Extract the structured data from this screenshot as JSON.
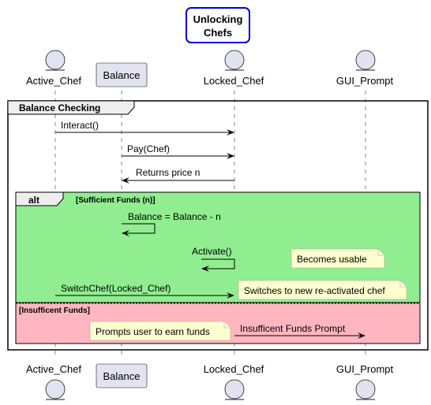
{
  "title_lines": [
    "Unlocking",
    "Chefs"
  ],
  "colors": {
    "title_border": "#0000dd",
    "alt_fill": "#90ee90",
    "else_fill": "#ffb6c1",
    "note_fill": "#fefece",
    "participant_fill": "#e2e2f0"
  },
  "participants": [
    {
      "id": "active",
      "label": "Active_Chef",
      "kind": "entity"
    },
    {
      "id": "balance",
      "label": "Balance",
      "kind": "participant"
    },
    {
      "id": "locked",
      "label": "Locked_Chef",
      "kind": "entity"
    },
    {
      "id": "gui",
      "label": "GUI_Prompt",
      "kind": "entity"
    }
  ],
  "group": {
    "label": "Balance Checking"
  },
  "alt": {
    "keyword": "alt",
    "condition": "[Sufficient Funds (n)]",
    "else_condition": "[Insufficent Funds]"
  },
  "messages": [
    {
      "from": "active",
      "to": "locked",
      "label": "Interact()",
      "dashed": false
    },
    {
      "from": "balance",
      "to": "locked",
      "label": "Pay(Chef)",
      "dashed": false
    },
    {
      "from": "locked",
      "to": "balance",
      "label": "Returns price n",
      "dashed": false
    },
    {
      "from": "balance",
      "to": "balance",
      "label": "Balance = Balance - n",
      "dashed": false
    },
    {
      "from": "locked",
      "to": "locked",
      "label": "Activate()",
      "dashed": false
    },
    {
      "from": "active",
      "to": "locked",
      "label": "SwitchChef(Locked_Chef)",
      "dashed": false
    },
    {
      "from": "locked",
      "to": "gui",
      "label": "Insufficent Funds Prompt",
      "dashed": false
    }
  ],
  "notes": [
    {
      "text": "Becomes usable"
    },
    {
      "text": "Switches to new re-activated chef"
    },
    {
      "text": "Prompts user to earn funds"
    }
  ]
}
